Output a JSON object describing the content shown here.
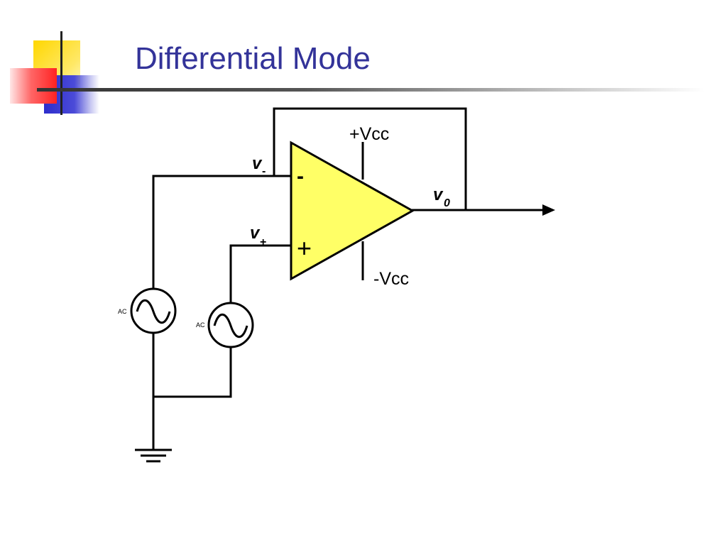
{
  "slide": {
    "title": "Differential Mode"
  },
  "theme": {
    "title_color": "#333399",
    "opamp_fill": "#FFFF66",
    "deco_yellow": "#FFD700",
    "deco_red": "#FF3333",
    "deco_blue": "#3333CC",
    "wire_color": "#000000"
  },
  "diagram": {
    "supply_positive": "+Vcc",
    "supply_negative": "-Vcc",
    "inverting_label": "v",
    "inverting_sub": "-",
    "noninverting_label": "v",
    "noninverting_sub": "+",
    "output_label": "v",
    "output_sub": "0",
    "minus_sign": "-",
    "plus_sign": "+",
    "source_1_label": "AC",
    "source_2_label": "AC"
  }
}
